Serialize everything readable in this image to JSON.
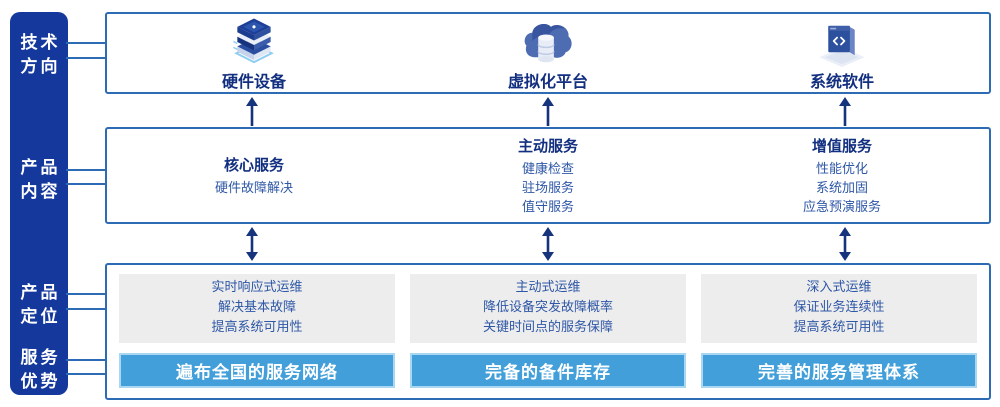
{
  "colors": {
    "sidebar_bg": "#14389c",
    "box_border": "#2d6bb4",
    "heading_navy": "#122f80",
    "body_blue": "#2e57a6",
    "arrow_navy": "#16337e",
    "panel_gray": "#ededed",
    "banner_blue": "#429fd9",
    "banner_halo": "#a9d6f0"
  },
  "sidebar": {
    "groups": [
      {
        "line1": "技术",
        "line2": "方向"
      },
      {
        "line1": "产品",
        "line2": "内容"
      },
      {
        "line1": "产品",
        "line2": "定位"
      },
      {
        "line1": "服务",
        "line2": "优势"
      }
    ]
  },
  "tech_row": {
    "items": [
      {
        "label": "硬件设备",
        "icon": "server-stack-icon"
      },
      {
        "label": "虚拟化平台",
        "icon": "cloud-database-icon"
      },
      {
        "label": "系统软件",
        "icon": "software-window-icon"
      }
    ]
  },
  "content_row": {
    "columns": [
      {
        "title": "核心服务",
        "items": [
          "硬件故障解决"
        ]
      },
      {
        "title": "主动服务",
        "items": [
          "健康检查",
          "驻场服务",
          "值守服务"
        ]
      },
      {
        "title": "增值服务",
        "items": [
          "性能优化",
          "系统加固",
          "应急预演服务"
        ]
      }
    ]
  },
  "position_row": {
    "columns": [
      {
        "lines": [
          "实时响应式运维",
          "解决基本故障",
          "提高系统可用性"
        ],
        "banner": "遍布全国的服务网络"
      },
      {
        "lines": [
          "主动式运维",
          "降低设备突发故障概率",
          "关键时间点的服务保障"
        ],
        "banner": "完备的备件库存"
      },
      {
        "lines": [
          "深入式运维",
          "保证业务连续性",
          "提高系统可用性"
        ],
        "banner": "完善的服务管理体系"
      }
    ]
  }
}
